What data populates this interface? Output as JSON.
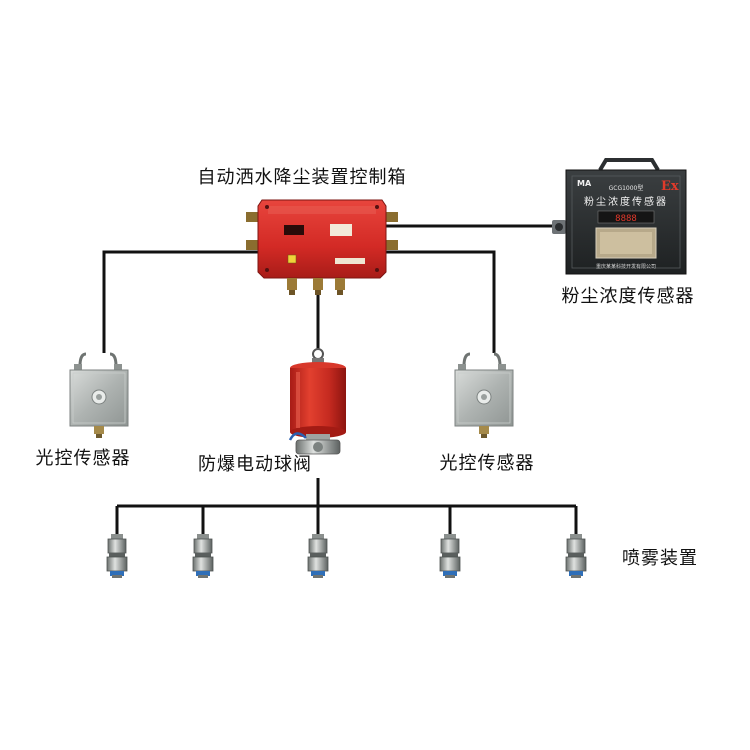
{
  "labels": {
    "control_box": "自动洒水降尘装置控制箱",
    "dust_sensor": "粉尘浓度传感器",
    "light_sensor_left": "光控传感器",
    "light_sensor_right": "光控传感器",
    "ball_valve": "防爆电动球阀",
    "spray_device": "喷雾装置"
  },
  "device_text": {
    "dust_sensor_model": "GCG1000型",
    "dust_sensor_title": "粉尘浓度传感器",
    "dust_sensor_display": "8888",
    "dust_sensor_maker": "重庆某某科技开发有限公司",
    "dust_sensor_ma_mark": "MA",
    "dust_sensor_ex_mark": "Ex"
  },
  "colors": {
    "line": "#111111",
    "control_box_red": "#d9262a",
    "valve_red": "#cf2a20",
    "steel": "#b8bcba",
    "dark_panel": "#2a2d2f"
  },
  "spray_nozzles": 5
}
